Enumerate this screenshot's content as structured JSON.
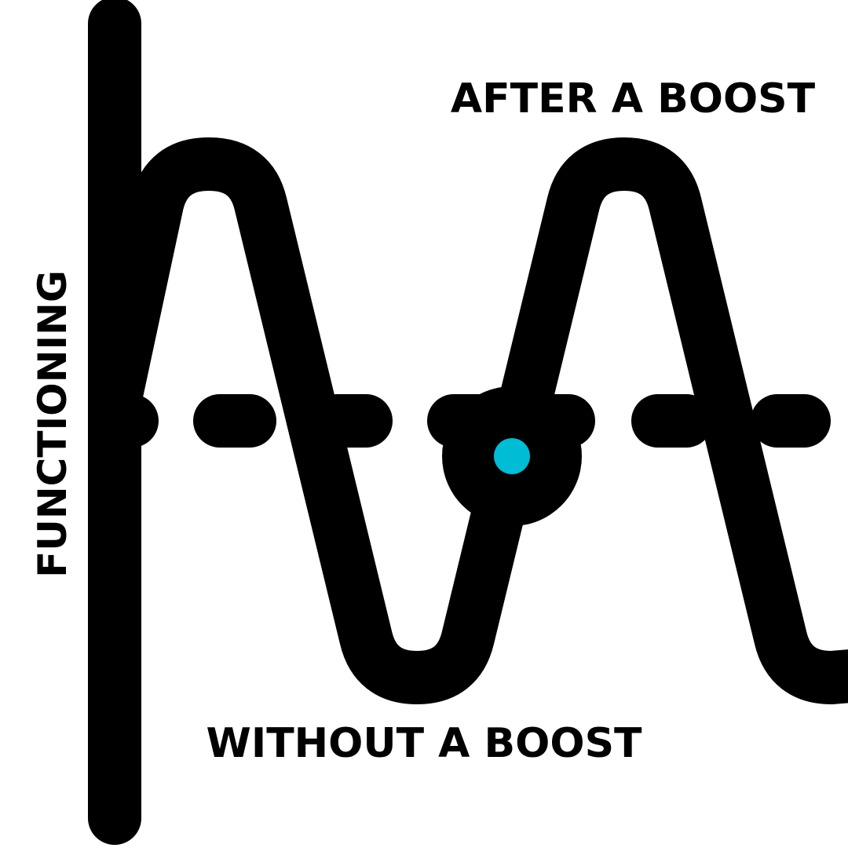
{
  "labels": {
    "y_axis": "FUNCTIONING",
    "peak": "AFTER A BOOST",
    "trough": "WITHOUT A BOOST"
  },
  "colors": {
    "stroke": "#000000",
    "marker": "#00BCD4",
    "background": "#ffffff"
  }
}
